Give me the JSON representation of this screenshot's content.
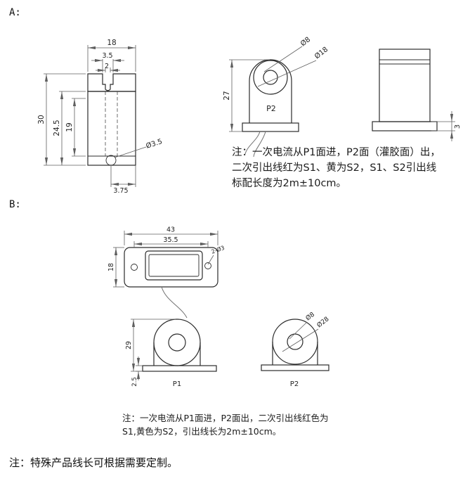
{
  "page": {
    "section_a_label": "A:",
    "section_b_label": "B:",
    "footer_note": "注：特殊产品线长可根据需要定制。"
  },
  "colors": {
    "ink": "#2b2b2b",
    "dim_lines": "#5f5f5f",
    "background": "#ffffff"
  },
  "drawing_a": {
    "front_view": {
      "dims": {
        "width": "18",
        "slot_outer": "3.5",
        "slot_inner": "2",
        "height": "30",
        "body_height": "24.5",
        "inner_height": "19",
        "hole_dia": "Ø3.5",
        "hole_offset": "3.75"
      }
    },
    "side_view": {
      "dims": {
        "height": "27",
        "inner_dia": "Ø8",
        "ring_dia": "Ø18"
      },
      "face_label": "P2"
    },
    "end_view": {
      "dims": {
        "base_thickness": "3"
      }
    },
    "note_lines": [
      "注：一次电流从P1面进，P2面（灌胶面）出，",
      "二次引出线红为S1、黄为S2，S1、S2引出线",
      "标配长度为2m±10cm。"
    ]
  },
  "drawing_b": {
    "top_view": {
      "dims": {
        "width": "43",
        "hole_spacing": "35.5",
        "depth": "18",
        "mount_holes": "2-Ø3"
      }
    },
    "front_view_p1": {
      "dims": {
        "height": "29",
        "base_thickness": "2.5"
      },
      "face_label": "P1"
    },
    "front_view_p2": {
      "dims": {
        "inner_dia": "Ø8",
        "outer_dia": "Ø28"
      },
      "face_label": "P2"
    },
    "note_lines": [
      "注：一次电流从P1面进，P2面出，二次引出线红色为",
      "S1,黄色为S2，引出线长为2m±10cm。"
    ]
  }
}
